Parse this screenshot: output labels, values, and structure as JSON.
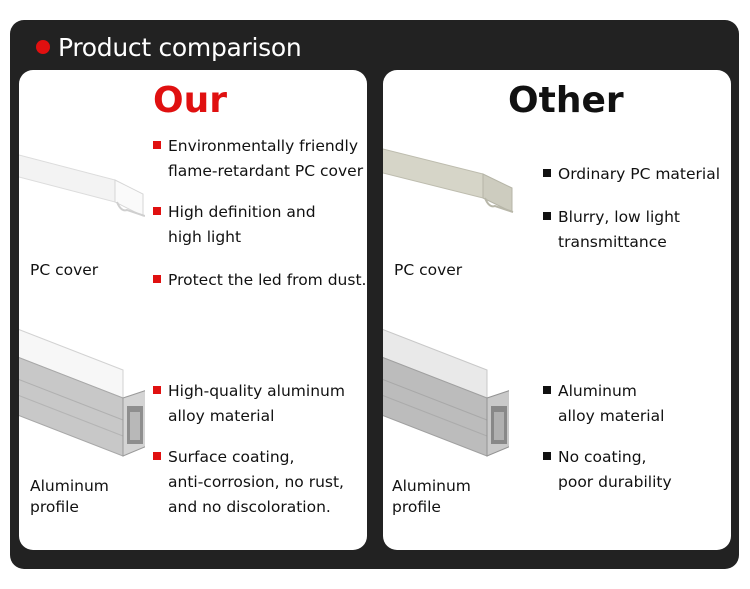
{
  "header": {
    "title": "Product comparison",
    "accent_color": "#e01010"
  },
  "left": {
    "title": "Our",
    "pc_label": "PC cover",
    "alu_label_1": "Aluminum",
    "alu_label_2": "profile",
    "features": [
      [
        "Environmentally friendly",
        "flame-retardant PC cover"
      ],
      [
        "High definition and",
        "high light"
      ],
      [
        "Protect the led from dust."
      ],
      [
        "High-quality aluminum",
        "alloy material"
      ],
      [
        "Surface coating,",
        "anti-corrosion, no rust,",
        "and no discoloration."
      ]
    ]
  },
  "right": {
    "title": "Other",
    "pc_label": "PC cover",
    "alu_label_1": "Aluminum",
    "alu_label_2": "profile",
    "features": [
      [
        "Ordinary PC material"
      ],
      [
        "Blurry, low light",
        "transmittance"
      ],
      [
        "Aluminum",
        "alloy material"
      ],
      [
        "No coating,",
        "poor durability"
      ]
    ]
  }
}
